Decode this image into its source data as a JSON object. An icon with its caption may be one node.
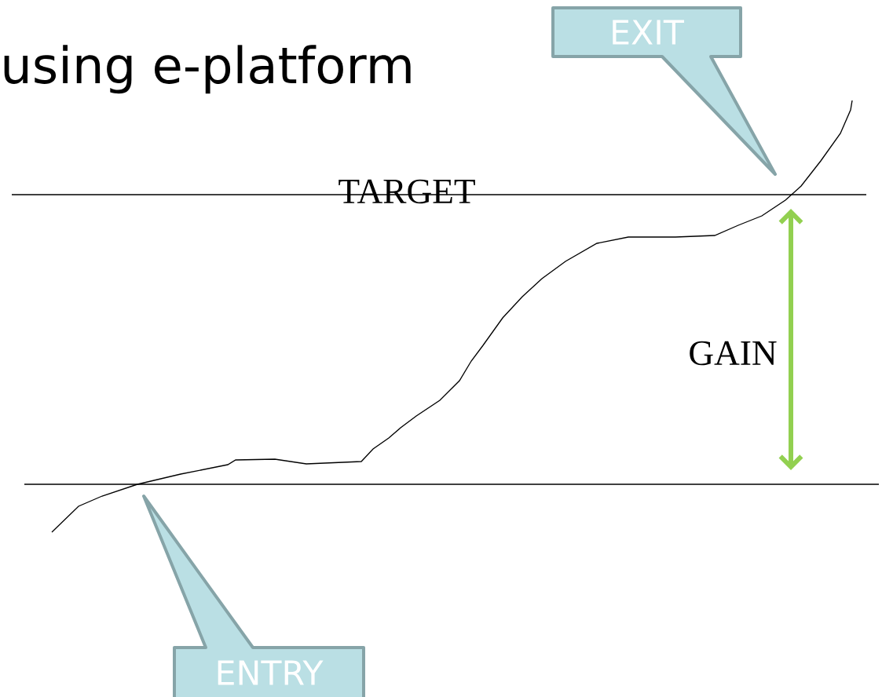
{
  "diagram": {
    "title": "using e-platform",
    "nodes": [
      {
        "text": [
          "EXIT"
        ]
      },
      {
        "text": [
          "ENTRY"
        ]
      }
    ],
    "labels": [
      "TARGET",
      "GAIN"
    ]
  }
}
